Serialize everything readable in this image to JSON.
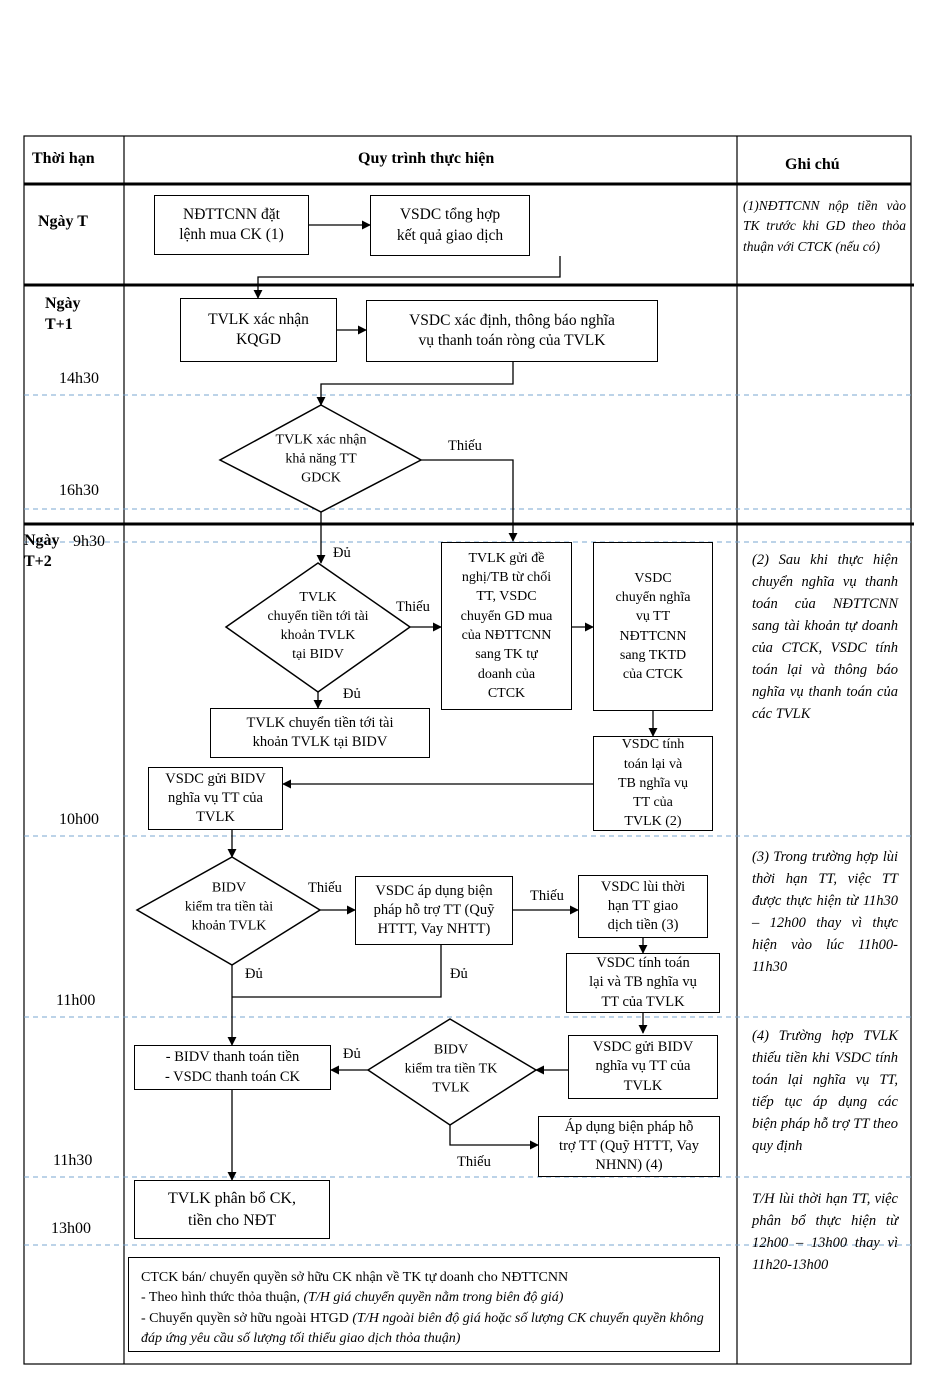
{
  "header": {
    "col_time": "Thời hạn",
    "col_process": "Quy trình thực hiện",
    "col_notes": "Ghi chú"
  },
  "days": {
    "t": "Ngày T",
    "t1": "Ngày\nT+1",
    "t2": "Ngày\nT+2"
  },
  "times": {
    "t1430": "14h30",
    "t1630": "16h30",
    "t0930": "9h30",
    "t1000": "10h00",
    "t1100": "11h00",
    "t1130": "11h30",
    "t1300": "13h00"
  },
  "steps": {
    "order": "NĐTTCNN đặt\nlệnh mua CK (1)",
    "aggregate": "VSDC tổng hợp\nkết quả giao dịch",
    "confirm_result": "TVLK xác nhận\nKQGD",
    "net_obligation": "VSDC xác định, thông báo nghĩa\nvụ thanh toán ròng của TVLK",
    "confirm_capacity": "TVLK xác nhận\nkhả năng TT\nGDCK",
    "refuse_request": "TVLK gửi đề\nnghị/TB từ chối\nTT, VSDC\nchuyển GD mua\ncủa NĐTTCNN\nsang TK tự\ndoanh của\nCTCK",
    "transfer_obligation": "VSDC\nchuyển nghĩa\nvụ TT\nNĐTTCNN\nsang TKTD\ncủa CTCK",
    "transfer_funds_check": "TVLK\nchuyển tiền tới tài\nkhoản TVLK\ntại BIDV",
    "transfer_funds": "TVLK chuyển tiền tới tài\nkhoản TVLK tại BIDV",
    "recalculate_1": "VSDC tính\ntoán lại và\nTB nghĩa vụ\nTT của\nTVLK (2)",
    "send_bidv_1": "VSDC gửi BIDV\nnghĩa vụ TT của\nTVLK",
    "bidv_check_1": "BIDV\nkiểm tra tiền tài\nkhoản TVLK",
    "support_measures": "VSDC áp dụng biện\npháp hỗ trợ TT (Quỹ\nHTTT, Vay NHTT)",
    "postpone": "VSDC lùi thời\nhạn TT giao\ndịch tiền (3)",
    "recalculate_2": "VSDC tính toán\nlại và TB nghĩa vụ\nTT của TVLK",
    "send_bidv_2": "VSDC gửi BIDV\nnghĩa vụ TT của\nTVLK",
    "bidv_check_2": "BIDV\nkiểm tra tiền TK\nTVLK",
    "settle": "- BIDV thanh toán tiền\n- VSDC thanh toán CK",
    "apply_support": "Áp dụng biện pháp hỗ\ntrợ TT (Quỹ HTTT, Vay\nNHNN) (4)",
    "allocate": "TVLK phân bổ CK,\ntiền cho NĐT"
  },
  "edge_labels": {
    "shortage": "Thiếu",
    "enough": "Đủ"
  },
  "footer": {
    "line1": "CTCK bán/ chuyển quyền sở hữu CK nhận về TK tự doanh cho NĐTTCNN",
    "line2_prefix": "- Theo hình thức thỏa thuận, ",
    "line2_italic": "(T/H giá chuyển quyền nằm trong biên độ giá)",
    "line3_prefix": "- Chuyển quyền sở hữu ngoài HTGD ",
    "line3_italic": "(T/H ngoài biên độ giá hoặc số lượng CK chuyển quyền không đáp ứng yêu cầu số lượng tối thiểu giao dịch thỏa thuận)"
  },
  "notes": {
    "n1": "(1)NĐTTCNN nộp tiền vào TK trước khi GD theo thỏa thuận với CTCK (nếu có)",
    "n2": "(2) Sau khi thực hiện chuyển nghĩa vụ thanh toán của NĐTTCNN sang tài khoản tự doanh của CTCK, VSDC tính toán lại và thông báo nghĩa vụ thanh toán của các TVLK",
    "n3": "(3) Trong trường hợp lùi thời hạn TT, việc TT được thực hiện từ 11h30 – 12h00 thay vì thực hiện vào lúc 11h00-11h30",
    "n4": "(4) Trường hợp TVLK thiếu tiền khi VSDC tính toán lại nghĩa vụ TT, tiếp tục áp dụng các biện pháp hỗ trợ TT theo quy định",
    "n5": "T/H lùi thời hạn TT, việc phân bổ thực hiện từ 12h00 – 13h00 thay vì 11h20-13h00"
  },
  "colors": {
    "line": "#000000",
    "dashed": "#7aa7d0"
  }
}
